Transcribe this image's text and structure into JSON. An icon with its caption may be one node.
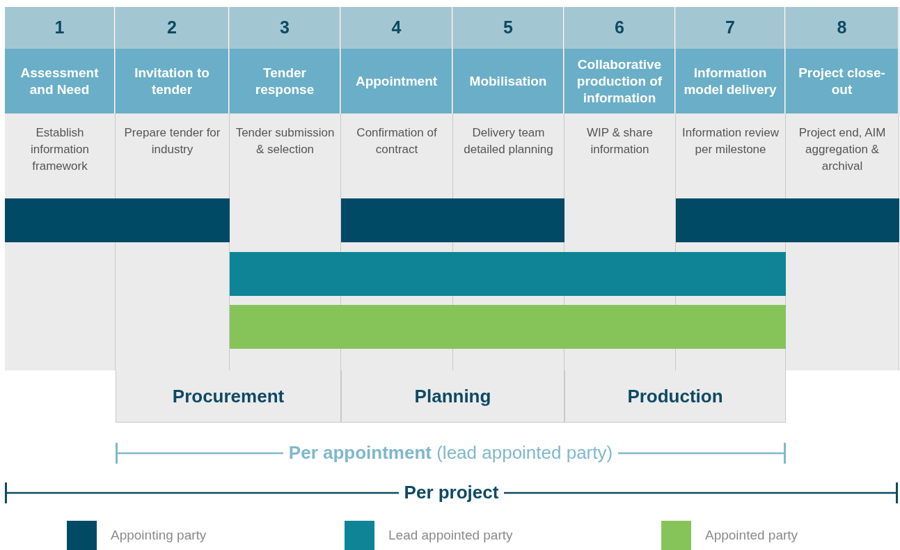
{
  "diagram": {
    "nodes": [
      {
        "text": [
          "1",
          "Assessment and Need",
          "Establish information framework"
        ]
      },
      {
        "text": [
          "2",
          "Invitation to tender",
          "Prepare tender for industry"
        ]
      },
      {
        "text": [
          "3",
          "Tender response",
          "Tender submission & selection"
        ]
      },
      {
        "text": [
          "4",
          "Appointment",
          "Confirmation of contract"
        ]
      },
      {
        "text": [
          "5",
          "Mobilisation",
          "Delivery team detailed planning"
        ]
      },
      {
        "text": [
          "6",
          "Collaborative production of information",
          "WIP & share information"
        ]
      },
      {
        "text": [
          "7",
          "Information model delivery",
          "Information review per milestone"
        ]
      },
      {
        "text": [
          "8",
          "Project close-out",
          "Project end, AIM aggregation & archival"
        ]
      },
      {
        "text": [
          "Procurement"
        ]
      },
      {
        "text": [
          "Planning"
        ]
      },
      {
        "text": [
          "Production"
        ]
      }
    ],
    "edges": [],
    "labels": [
      "**Per appointment** (lead appointed party)",
      "Per project"
    ],
    "legend": [
      {
        "text": "Appointing party",
        "color": "#014a66"
      },
      {
        "text": "Lead appointed party",
        "color": "#0e8496"
      },
      {
        "text": "Appointed party",
        "color": "#86c45a"
      }
    ]
  }
}
